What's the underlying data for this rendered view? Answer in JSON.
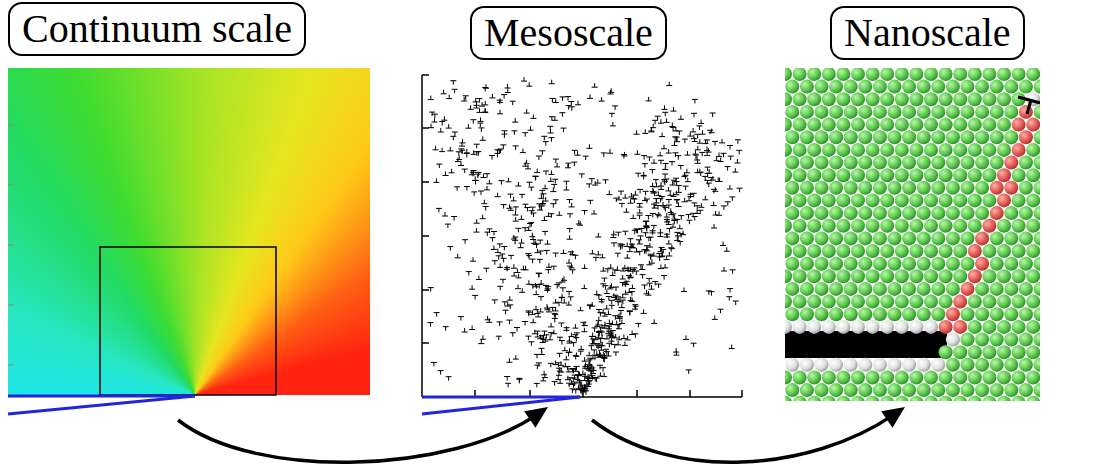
{
  "diagram": {
    "nodes": [
      {
        "text": [
          "Continuum scale"
        ]
      },
      {
        "text": [
          "Mesoscale"
        ]
      },
      {
        "text": [
          "Nanoscale"
        ]
      }
    ],
    "edges": [
      {
        "from": 0,
        "to": 1,
        "arrow": "to"
      },
      {
        "from": 1,
        "to": 2,
        "arrow": "to"
      }
    ]
  }
}
